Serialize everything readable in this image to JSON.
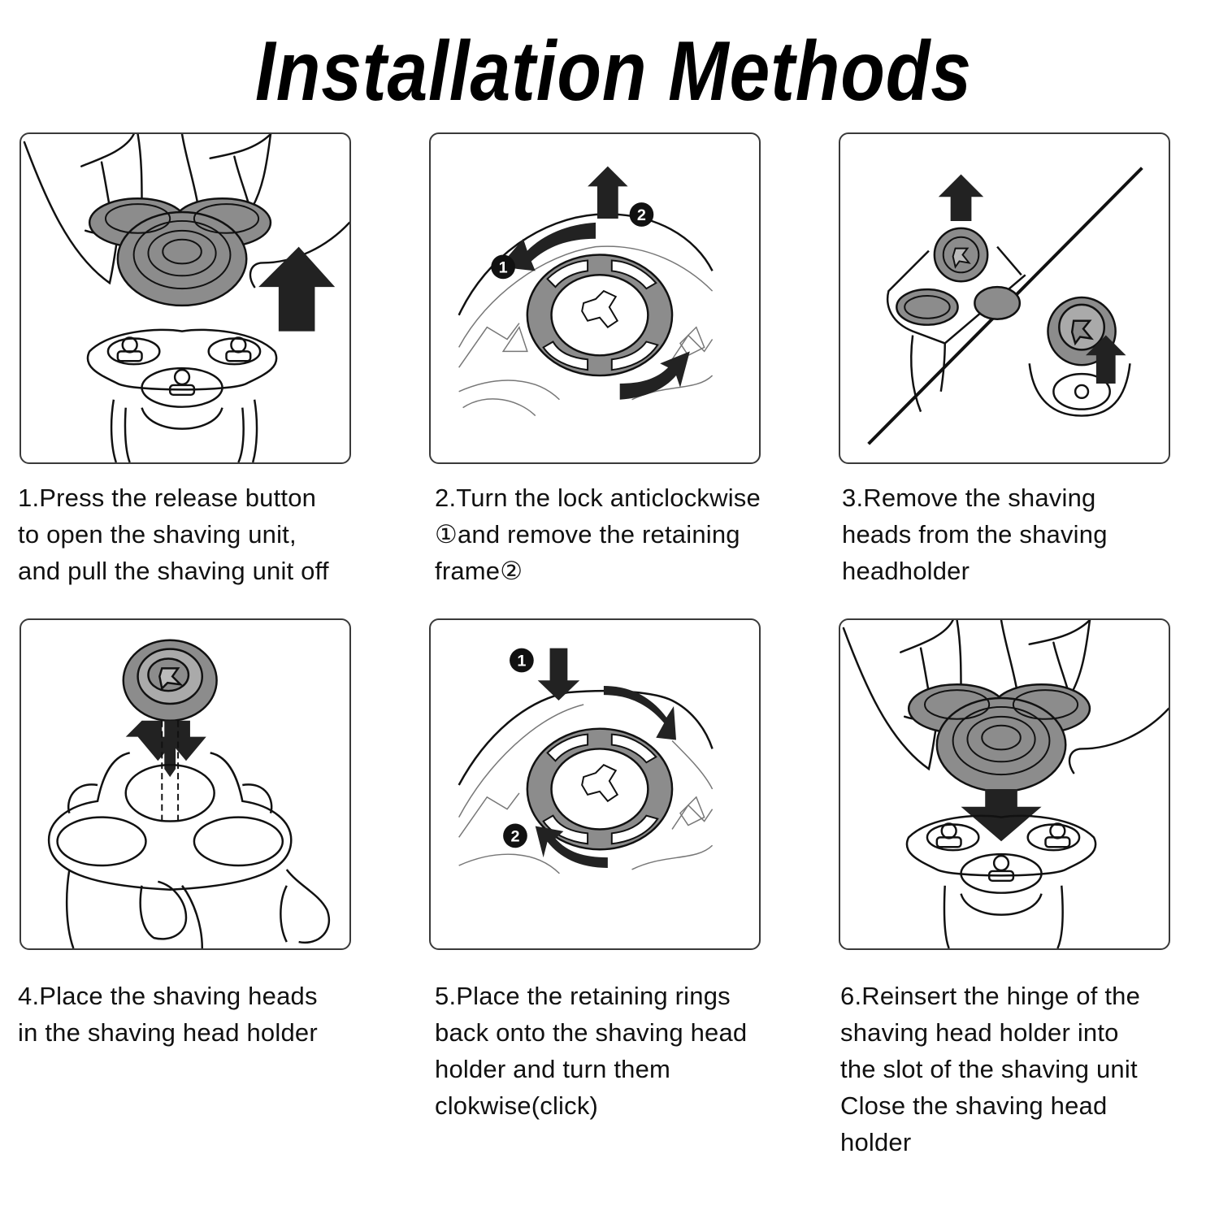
{
  "page": {
    "title": "Installation Methods",
    "colors": {
      "background": "#ffffff",
      "text": "#111111",
      "panel_border": "#3a3a3a",
      "part_gray": "#8c8c8c",
      "arrow_dark": "#222222"
    }
  },
  "steps": [
    {
      "number": 1,
      "illustration": "hand-pulling-shaving-unit-off-with-up-arrow",
      "lines": [
        "1.Press the release button",
        "to open the shaving unit,",
        "and pull the shaving unit off"
      ]
    },
    {
      "number": 2,
      "illustration": "retaining-ring-anticlockwise-arrow-and-up-arrow",
      "lines": [
        "2.Turn the lock anticlockwise",
        "①and remove the retaining",
        "frame②"
      ]
    },
    {
      "number": 3,
      "illustration": "remove-shaving-heads-from-holder",
      "lines": [
        "3.Remove the shaving",
        "heads from the shaving",
        "headholder"
      ]
    },
    {
      "number": 4,
      "illustration": "place-shaving-head-into-holder-down-arrow",
      "lines": [
        "4.Place the shaving heads",
        "in the shaving head holder"
      ]
    },
    {
      "number": 5,
      "illustration": "retaining-ring-clockwise-arrows",
      "lines": [
        "5.Place the retaining rings",
        "back onto the shaving head",
        "holder and turn them",
        "clokwise(click)"
      ]
    },
    {
      "number": 6,
      "illustration": "reinsert-shaving-unit-down-arrow",
      "lines": [
        "6.Reinsert the hinge of the",
        "shaving head holder into",
        "the slot of the shaving unit",
        "Close the shaving head",
        "holder"
      ]
    }
  ],
  "badges": {
    "one": "1",
    "two": "2"
  }
}
